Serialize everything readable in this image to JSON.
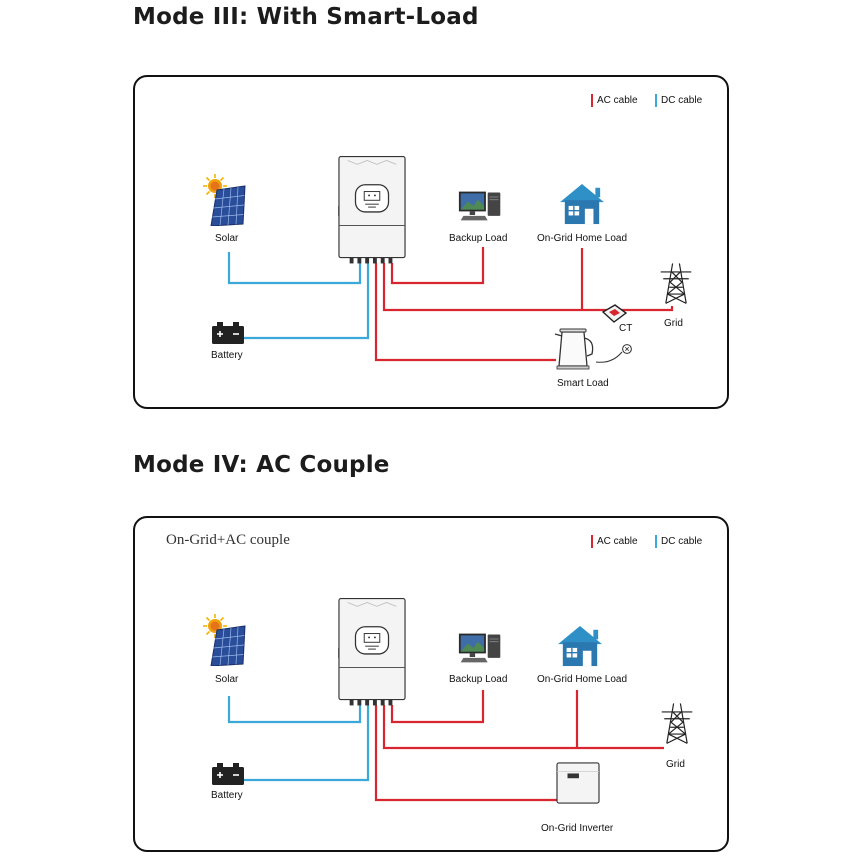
{
  "modes": [
    {
      "title": "Mode III: With Smart-Load",
      "legend": {
        "ac": "AC cable",
        "dc": "DC cable"
      },
      "labels": {
        "solar": "Solar",
        "battery": "Battery",
        "backup": "Backup Load",
        "home": "On-Grid Home Load",
        "grid": "Grid",
        "ct": "CT",
        "smart": "Smart Load"
      }
    },
    {
      "title": "Mode IV: AC Couple",
      "subtitle": "On-Grid+AC couple",
      "legend": {
        "ac": "AC cable",
        "dc": "DC cable"
      },
      "labels": {
        "solar": "Solar",
        "battery": "Battery",
        "backup": "Backup Load",
        "home": "On-Grid Home Load",
        "grid": "Grid",
        "inverter": "On-Grid Inverter"
      }
    }
  ],
  "colors": {
    "ac": "#d9252f",
    "dc": "#3aa8d8",
    "border": "#111111"
  },
  "icons": [
    "solar-panel-icon",
    "sun-icon",
    "battery-icon",
    "hybrid-inverter-icon",
    "computer-icon",
    "house-icon",
    "transmission-tower-icon",
    "ct-clamp-icon",
    "kettle-icon",
    "plug-icon",
    "grid-tie-inverter-icon"
  ]
}
